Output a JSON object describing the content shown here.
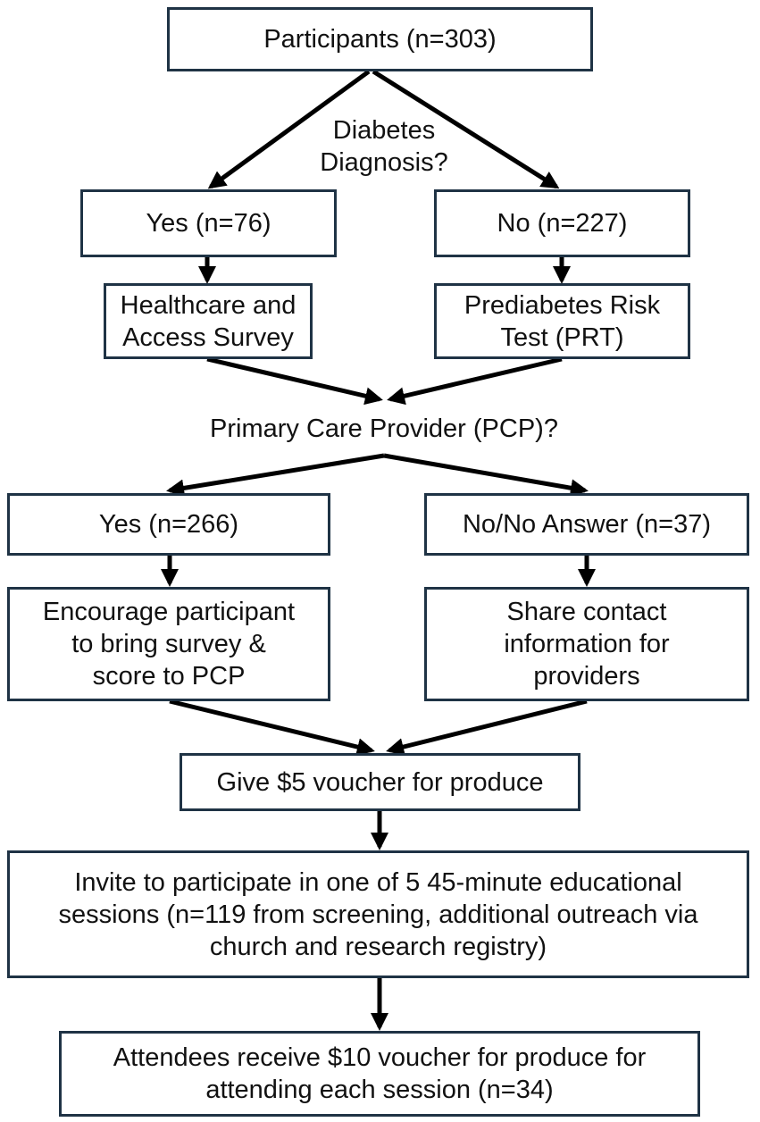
{
  "participants": [
    "Participants (n=303)"
  ],
  "diabetes_question": [
    "Diabetes",
    "Diagnosis?"
  ],
  "diabetes_yes": [
    "Yes (n=76)"
  ],
  "diabetes_no": [
    "No (n=227)"
  ],
  "healthcare_survey": [
    "Healthcare and",
    "Access Survey"
  ],
  "prt": [
    "Prediabetes Risk",
    "Test (PRT)"
  ],
  "pcp_question": [
    "Primary Care Provider (PCP)?"
  ],
  "pcp_yes": [
    "Yes (n=266)"
  ],
  "pcp_no": [
    "No/No Answer (n=37)"
  ],
  "encourage": [
    "Encourage participant",
    "to bring survey &",
    "score to PCP"
  ],
  "share_contact": [
    "Share contact",
    "information for",
    "providers"
  ],
  "voucher5": [
    "Give $5 voucher for produce"
  ],
  "invite": [
    "Invite to participate in one of 5 45-minute educational",
    "sessions (n=119 from screening, additional outreach via",
    "church and research registry)"
  ],
  "voucher10": [
    "Attendees receive $10 voucher for produce for",
    "attending each session (n=34)"
  ],
  "colors": {
    "box_border": "#1f3345",
    "arrow": "#000000"
  }
}
